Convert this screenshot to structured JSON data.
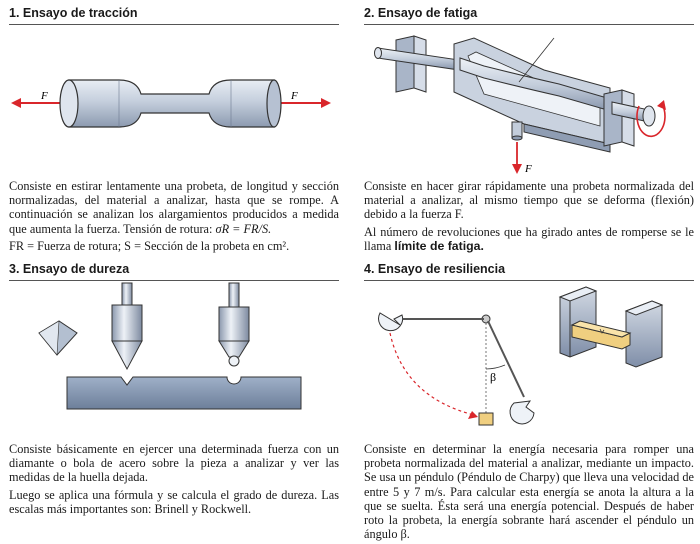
{
  "panels": [
    {
      "heading": "1. Ensayo de tracción",
      "labels": {
        "force_left": "F",
        "force_right": "F"
      },
      "text1": "Consiste en estirar lentamente una probeta, de longitud y sección normalizadas, del material a analizar, hasta que se rompe. A continuación se analizan los alargamientos producidos a medida que aumenta la fuerza. Tensión de rotura:",
      "formula": "σR = FR/S.",
      "text2": "FR = Fuerza de rotura; S = Sección de la probeta en cm²."
    },
    {
      "heading": "2. Ensayo de fatiga",
      "labels": {
        "force": "F"
      },
      "text1": "Consiste en hacer girar rápidamente una probeta normalizada del material a analizar, al mismo tiempo que se deforma (flexión) debido a la fuerza F.",
      "text2a": "Al número de revoluciones que ha girado antes de romperse se le llama",
      "text2b": "límite de fatiga."
    },
    {
      "heading": "3. Ensayo de dureza",
      "text1": "Consiste básicamente en ejercer una determinada fuerza con un diamante o bola de acero sobre la pieza a analizar y ver las medidas de la huella dejada.",
      "text2": "Luego se aplica una fórmula y se calcula el grado de dureza. Las escalas más importantes son: Brinell y Rockwell."
    },
    {
      "heading": "4. Ensayo de resiliencia",
      "labels": {
        "angle": "β"
      },
      "text1": "Consiste en determinar la energía necesaria para romper una probeta normalizada del material a analizar, mediante un impacto. Se usa un péndulo (Péndulo de Charpy) que lleva una velocidad de entre 5 y 7 m/s. Para calcular esta energía se anota la altura a la que se suelta. Ésta será una energía potencial. Después de haber roto la probeta, la energía sobrante hará ascender el péndulo un ángulo β."
    }
  ],
  "colors": {
    "arrow": "#d9262b",
    "steel": "#b8c4d6",
    "steel_dark": "#7f8ea8",
    "wood": "#f0cf80",
    "rule": "#555555"
  }
}
